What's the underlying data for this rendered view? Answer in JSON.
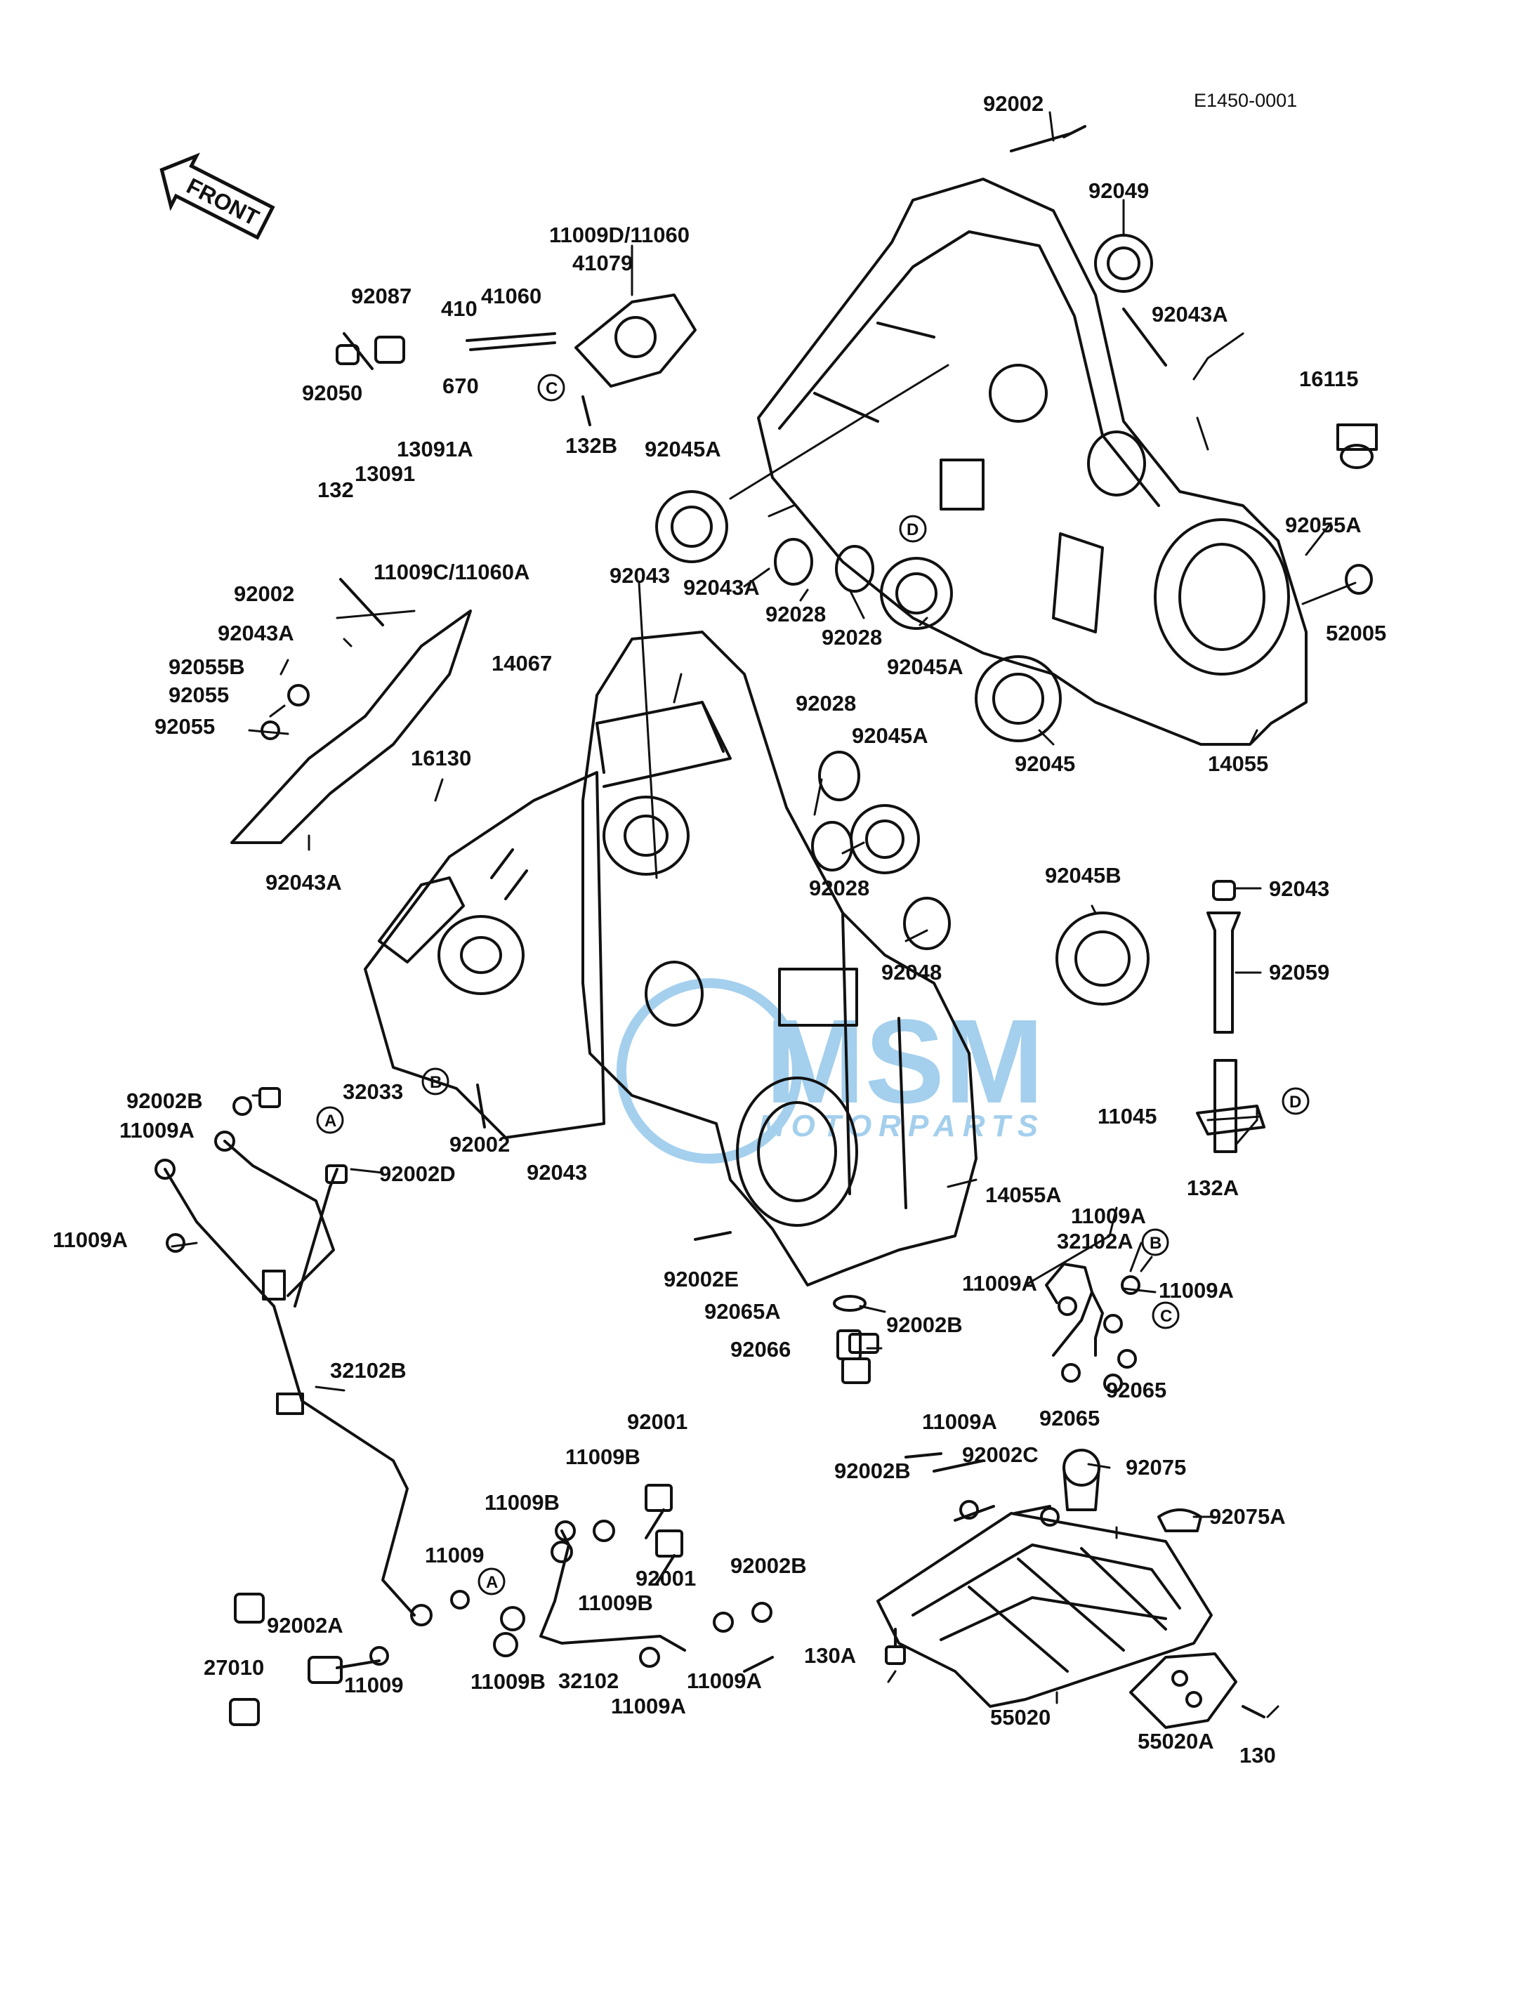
{
  "diagram": {
    "code": "E1450-0001",
    "front_label": "FRONT",
    "watermark": {
      "text": "MSM",
      "subtext": "MOTORPARTS",
      "color": "#5aa9e0"
    },
    "line_color": "#111111",
    "parts": [
      {
        "id": "p01",
        "text": "92002"
      },
      {
        "id": "p02",
        "text": "92049"
      },
      {
        "id": "p03",
        "text": "11009D/11060"
      },
      {
        "id": "p04",
        "text": "41079"
      },
      {
        "id": "p05",
        "text": "92087"
      },
      {
        "id": "p06",
        "text": "410"
      },
      {
        "id": "p07",
        "text": "41060"
      },
      {
        "id": "p08",
        "text": "92043A"
      },
      {
        "id": "p09",
        "text": "92050"
      },
      {
        "id": "p10",
        "text": "670"
      },
      {
        "id": "p11",
        "text": "16115"
      },
      {
        "id": "p12",
        "text": "132B"
      },
      {
        "id": "p13",
        "text": "13091A"
      },
      {
        "id": "p14",
        "text": "92045A"
      },
      {
        "id": "p15",
        "text": "132"
      },
      {
        "id": "p16",
        "text": "13091"
      },
      {
        "id": "p17",
        "text": "92055A"
      },
      {
        "id": "p18",
        "text": "92043A"
      },
      {
        "id": "p19",
        "text": "92028"
      },
      {
        "id": "p20",
        "text": "92028"
      },
      {
        "id": "p21",
        "text": "52005"
      },
      {
        "id": "p22",
        "text": "92002"
      },
      {
        "id": "p23",
        "text": "11009C/11060A"
      },
      {
        "id": "p24",
        "text": "92043"
      },
      {
        "id": "p25",
        "text": "92045A"
      },
      {
        "id": "p26",
        "text": "92043A"
      },
      {
        "id": "p27",
        "text": "14067"
      },
      {
        "id": "p28",
        "text": "92055B"
      },
      {
        "id": "p29",
        "text": "92055"
      },
      {
        "id": "p30",
        "text": "92055"
      },
      {
        "id": "p31",
        "text": "92028"
      },
      {
        "id": "p32",
        "text": "92045A"
      },
      {
        "id": "p33",
        "text": "92045"
      },
      {
        "id": "p34",
        "text": "14055"
      },
      {
        "id": "p35",
        "text": "16130"
      },
      {
        "id": "p36",
        "text": "92043A"
      },
      {
        "id": "p37",
        "text": "92045B"
      },
      {
        "id": "p38",
        "text": "92043"
      },
      {
        "id": "p39",
        "text": "92028"
      },
      {
        "id": "p40",
        "text": "92059"
      },
      {
        "id": "p41",
        "text": "92048"
      },
      {
        "id": "p42",
        "text": "92002B"
      },
      {
        "id": "p43",
        "text": "11009A"
      },
      {
        "id": "p44",
        "text": "32033"
      },
      {
        "id": "p45",
        "text": "92002"
      },
      {
        "id": "p46",
        "text": "11045"
      },
      {
        "id": "p47",
        "text": "92002D"
      },
      {
        "id": "p48",
        "text": "92043"
      },
      {
        "id": "p49",
        "text": "132A"
      },
      {
        "id": "p50",
        "text": "11009A"
      },
      {
        "id": "p51",
        "text": "14055A"
      },
      {
        "id": "p52",
        "text": "11009A"
      },
      {
        "id": "p53",
        "text": "32102A"
      },
      {
        "id": "p54",
        "text": "92002E"
      },
      {
        "id": "p55",
        "text": "11009A"
      },
      {
        "id": "p56",
        "text": "11009A"
      },
      {
        "id": "p57",
        "text": "92065A"
      },
      {
        "id": "p58",
        "text": "92002B"
      },
      {
        "id": "p59",
        "text": "92066"
      },
      {
        "id": "p60",
        "text": "32102B"
      },
      {
        "id": "p61",
        "text": "92065"
      },
      {
        "id": "p62",
        "text": "11009A"
      },
      {
        "id": "p63",
        "text": "92065"
      },
      {
        "id": "p64",
        "text": "92002B"
      },
      {
        "id": "p65",
        "text": "92002C"
      },
      {
        "id": "p66",
        "text": "92001"
      },
      {
        "id": "p67",
        "text": "92075"
      },
      {
        "id": "p68",
        "text": "11009B"
      },
      {
        "id": "p69",
        "text": "11009B"
      },
      {
        "id": "p70",
        "text": "92075A"
      },
      {
        "id": "p71",
        "text": "11009"
      },
      {
        "id": "p72",
        "text": "92001"
      },
      {
        "id": "p73",
        "text": "92002B"
      },
      {
        "id": "p74",
        "text": "11009B"
      },
      {
        "id": "p75",
        "text": "92002A"
      },
      {
        "id": "p76",
        "text": "130A"
      },
      {
        "id": "p77",
        "text": "27010"
      },
      {
        "id": "p78",
        "text": "11009"
      },
      {
        "id": "p79",
        "text": "11009B"
      },
      {
        "id": "p80",
        "text": "32102"
      },
      {
        "id": "p81",
        "text": "11009A"
      },
      {
        "id": "p82",
        "text": "55020"
      },
      {
        "id": "p83",
        "text": "11009A"
      },
      {
        "id": "p84",
        "text": "55020A"
      },
      {
        "id": "p85",
        "text": "130"
      }
    ],
    "callouts": [
      {
        "id": "c1",
        "text": "C"
      },
      {
        "id": "c2",
        "text": "D"
      },
      {
        "id": "c3",
        "text": "A"
      },
      {
        "id": "c4",
        "text": "B"
      },
      {
        "id": "c5",
        "text": "D"
      },
      {
        "id": "c6",
        "text": "B"
      },
      {
        "id": "c7",
        "text": "C"
      },
      {
        "id": "c8",
        "text": "A"
      }
    ]
  }
}
